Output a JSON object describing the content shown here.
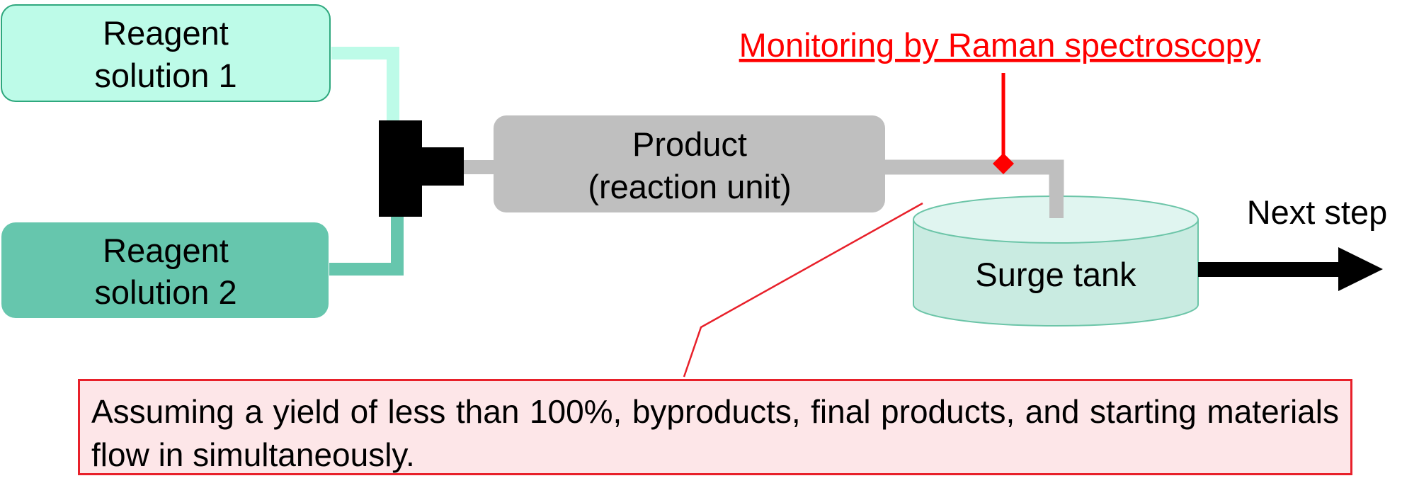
{
  "nodes": {
    "reagent1": {
      "line1": "Reagent",
      "line2": "solution 1"
    },
    "reagent2": {
      "line1": "Reagent",
      "line2": "solution 2"
    },
    "product": {
      "line1": "Product",
      "line2": "(reaction unit)"
    },
    "surge_tank": {
      "label": "Surge tank"
    },
    "next_step": {
      "label": "Next step"
    }
  },
  "monitoring": {
    "label": "Monitoring by Raman spectroscopy"
  },
  "note": {
    "text": "Assuming a yield of less than 100%, byproducts, final products, and starting materials flow in simultaneously."
  },
  "colors": {
    "reagent1_fill": "#bdfbe8",
    "reagent1_stroke": "#2fa87e",
    "reagent2_fill": "#66c6ad",
    "product_fill": "#bfbfbf",
    "tank_fill": "#e0f5f0",
    "tank_stroke": "#6cc5a8",
    "monitor": "#ff0000",
    "note_fill": "#fde6e8",
    "note_stroke": "#e8202a"
  }
}
